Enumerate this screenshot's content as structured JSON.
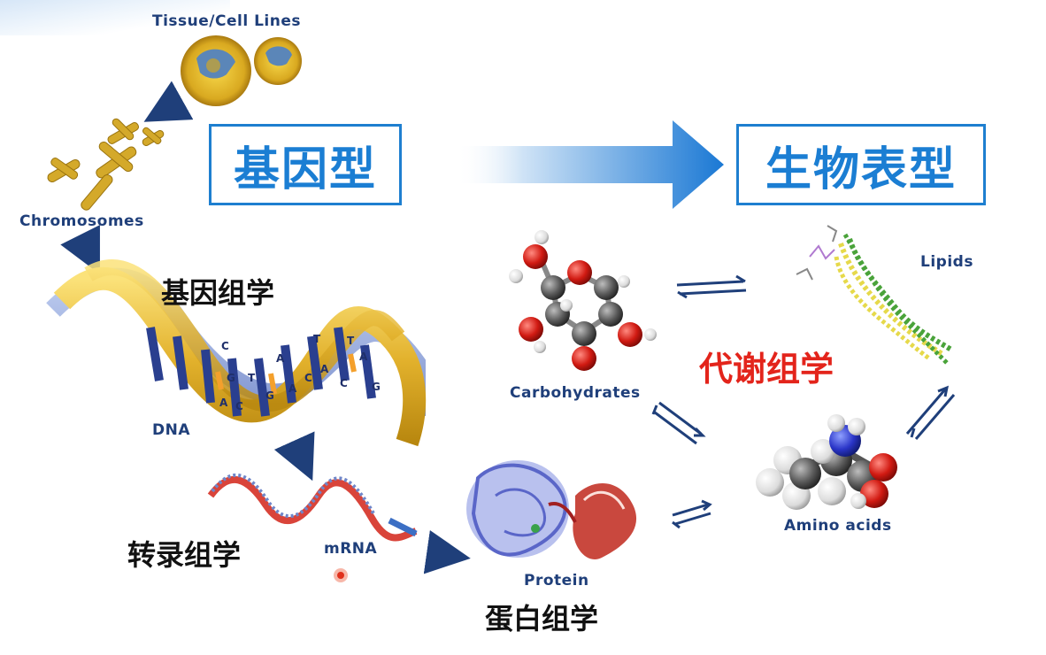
{
  "genotype": "基因型",
  "phenotype": "生物表型",
  "labels": {
    "tissue": "Tissue/Cell Lines",
    "chromosomes": "Chromosomes",
    "dna": "DNA",
    "mrna": "mRNA",
    "protein": "Protein",
    "carbohydrates": "Carbohydrates",
    "lipids": "Lipids",
    "amino": "Amino acids"
  },
  "omics": {
    "genomics": "基因组学",
    "transcriptomics": "转录组学",
    "proteomics": "蛋白组学",
    "metabolomics": "代谢组学"
  },
  "dna_bases": [
    "C",
    "G",
    "A",
    "T",
    "C",
    "A",
    "A",
    "G",
    "T",
    "A",
    "C",
    "T",
    "G",
    "A",
    "C"
  ],
  "colors": {
    "box_border": "#1e7fd0",
    "box_text": "#1b7ed3",
    "metabolomics_text": "#e3241b",
    "arrow": "#1f3f7a"
  }
}
